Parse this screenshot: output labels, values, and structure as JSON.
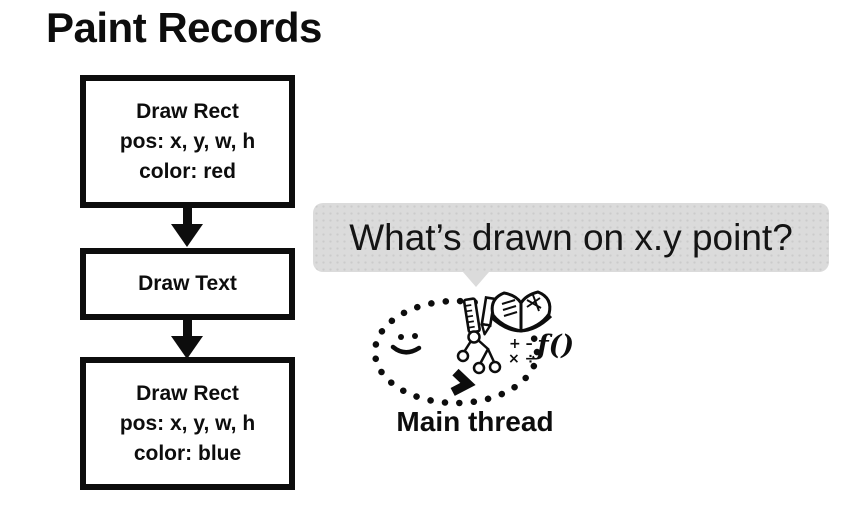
{
  "slide": {
    "title": "Paint Records",
    "ink_color": "#0d0d0d",
    "background_color": "#ffffff"
  },
  "flowchart": {
    "boxes": [
      {
        "lines": [
          "Draw Rect",
          "pos: x, y, w, h",
          "color: red"
        ]
      },
      {
        "lines": [
          "Draw Text"
        ]
      },
      {
        "lines": [
          "Draw Rect",
          "pos: x, y, w, h",
          "color: blue"
        ]
      }
    ]
  },
  "callout": {
    "text": "What’s drawn on x.y point?",
    "bg_color": "#dbdbdb"
  },
  "doodle": {
    "label": "Main thread",
    "math_row1": "+ –",
    "math_row2": "× ÷",
    "function_text": "ƒ()",
    "icons": [
      "smiley-face-icon",
      "dotted-loop-arrow-icon",
      "ruler-icon",
      "pencil-icon",
      "open-book-icon",
      "node-tree-icon",
      "math-symbols-icon",
      "function-icon"
    ]
  }
}
